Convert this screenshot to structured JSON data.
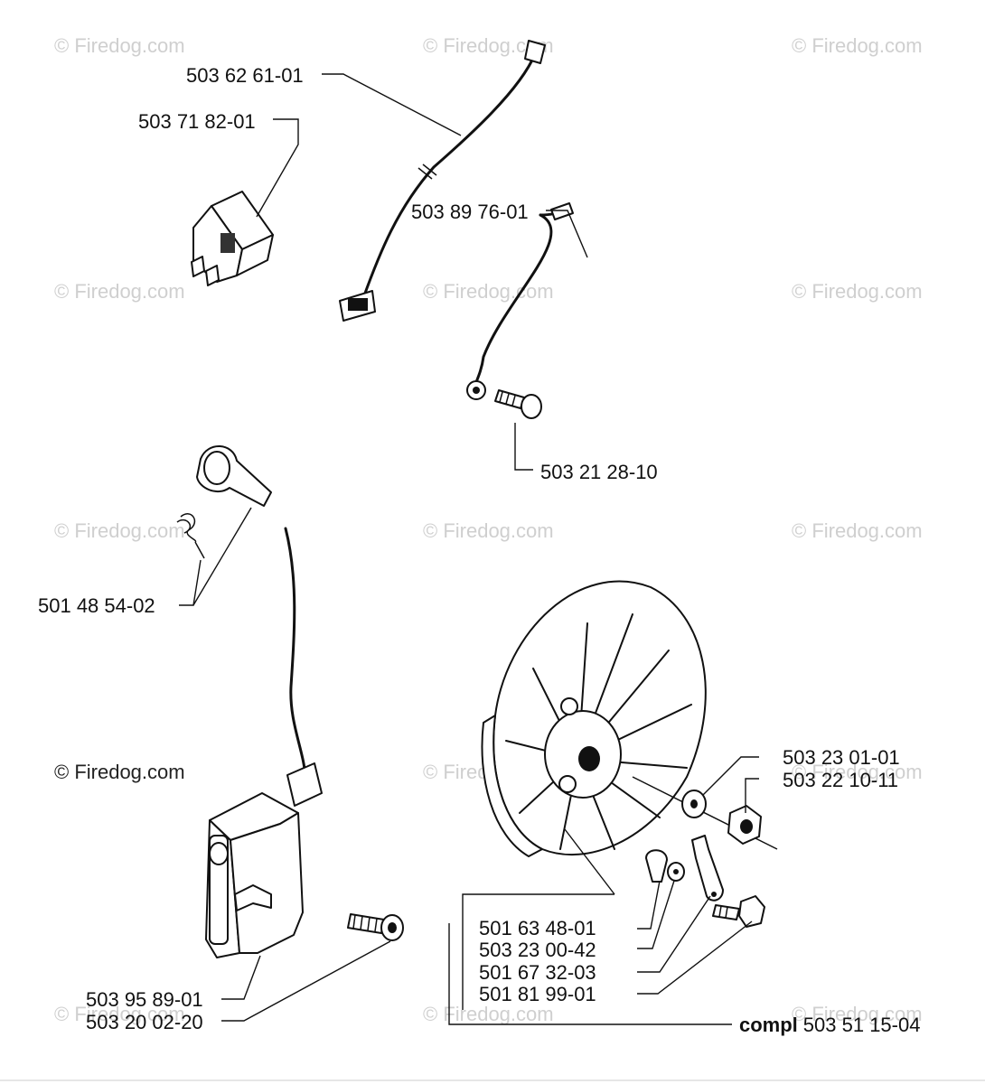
{
  "watermark": "© Firedog.com",
  "parts": {
    "wire_top": "503 62 61-01",
    "switch": "503 71 82-01",
    "ground_wire": "503 89 76-01",
    "ground_screw": "503 21 28-10",
    "spark_cap": "501 48 54-02",
    "washer": "503 23 01-01",
    "nut": "503 22 10-11",
    "key": "501 63 48-01",
    "washer_small": "503 23 00-42",
    "pawl": "501 67 32-03",
    "pawl_screw": "501 81 99-01",
    "coil": "503 95 89-01",
    "coil_screw": "503 20 02-20",
    "complete_prefix": "compl",
    "complete": "503 51 15-04"
  }
}
